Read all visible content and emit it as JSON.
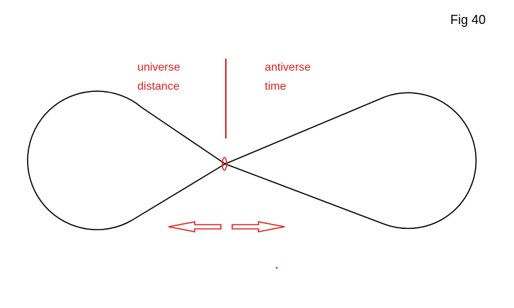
{
  "figure": {
    "label": "Fig 40"
  },
  "labels": {
    "left_line1": "universe",
    "left_line2": "distance",
    "right_line1": "antiverse",
    "right_line2": "time"
  },
  "colors": {
    "curve": "#000000",
    "accent": "#e02020"
  }
}
